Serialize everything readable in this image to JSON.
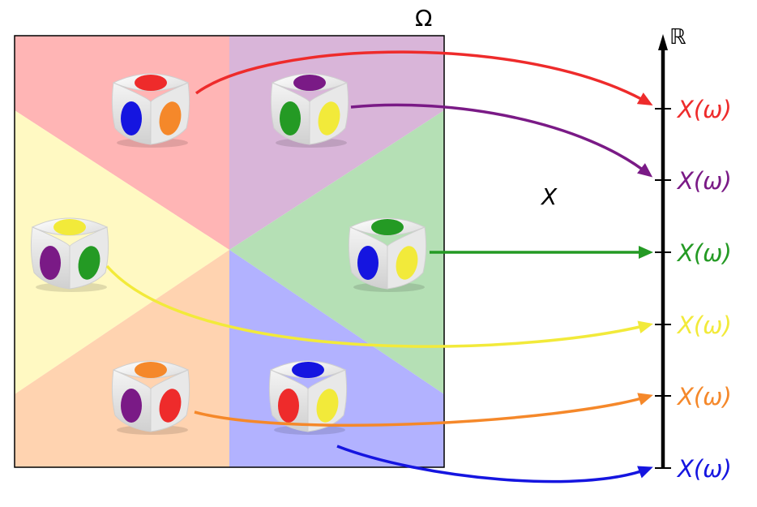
{
  "sample_space_label": "Ω",
  "axis_label": "ℝ",
  "function_label": "X",
  "colors": {
    "red": "#ee2b2b",
    "purple": "#7a1a86",
    "green": "#249a24",
    "yellow": "#f2ea3a",
    "orange": "#f5882a",
    "blue": "#1515e0",
    "red_region": "#ffb5b5",
    "purple_region": "#d9b5d9",
    "yellow_region": "#fff9c2",
    "green_region": "#b5e0b5",
    "orange_region": "#ffd3b0",
    "blue_region": "#b2b2ff"
  },
  "outcomes": [
    {
      "name": "red",
      "top_face": "red",
      "left_face": "blue",
      "right_face": "orange",
      "value_label": "X(ω)"
    },
    {
      "name": "purple",
      "top_face": "purple",
      "left_face": "green",
      "right_face": "yellow",
      "value_label": "X(ω)"
    },
    {
      "name": "green",
      "top_face": "green",
      "left_face": "blue",
      "right_face": "yellow",
      "value_label": "X(ω)"
    },
    {
      "name": "yellow",
      "top_face": "yellow",
      "left_face": "purple",
      "right_face": "green",
      "value_label": "X(ω)"
    },
    {
      "name": "orange",
      "top_face": "orange",
      "left_face": "purple",
      "right_face": "red",
      "value_label": "X(ω)"
    },
    {
      "name": "blue",
      "top_face": "blue",
      "left_face": "red",
      "right_face": "yellow",
      "value_label": "X(ω)"
    }
  ]
}
